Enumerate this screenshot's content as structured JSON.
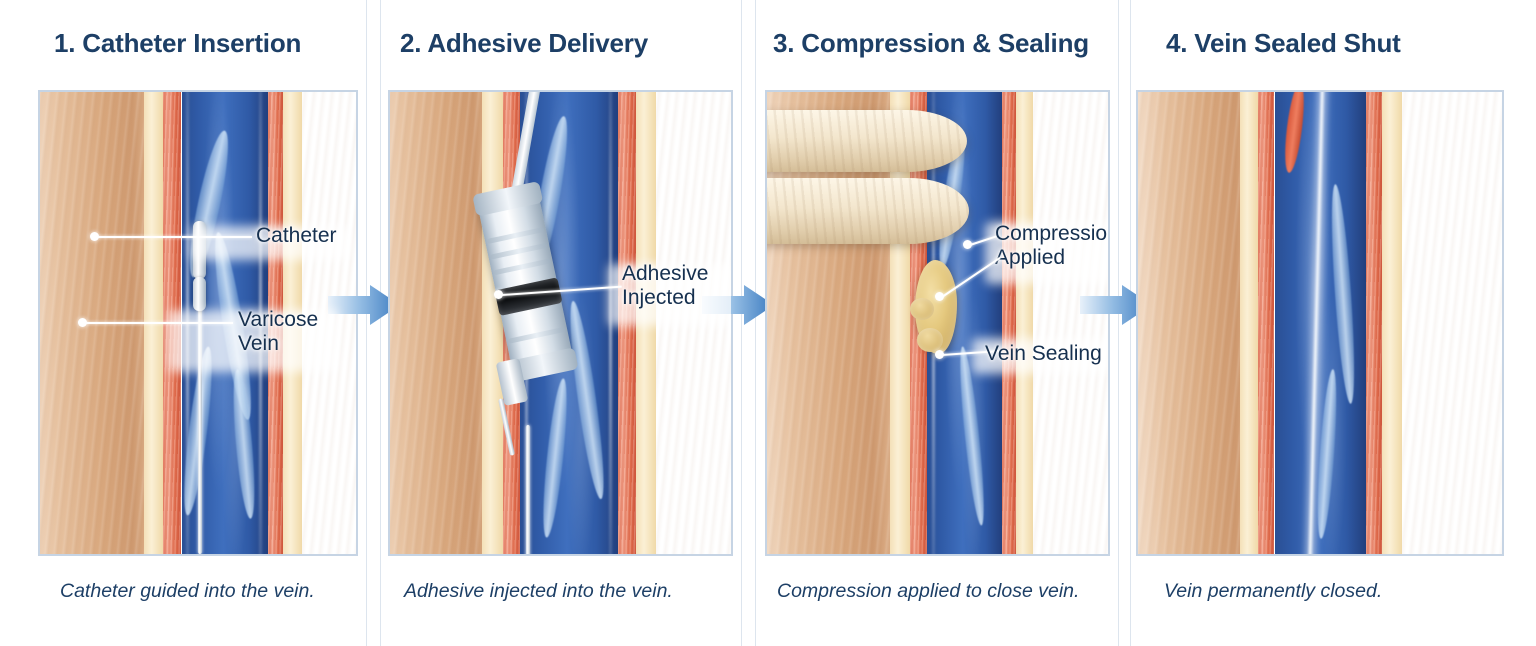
{
  "figure": {
    "kind": "medical-procedure-illustration",
    "subject": "Cyanoacrylate vein-glue (adhesive) closure of a varicose vein",
    "background_color": "#ffffff",
    "title_color": "#1d3f66",
    "caption_color": "#1d3f66",
    "frame_border_color": "#c6d4e4",
    "arrow_color_light": "#cfe0f2",
    "arrow_color_dark": "#3a7ac0"
  },
  "panels": [
    {
      "number": "1.",
      "title": "1. Catheter Insertion",
      "caption": "Catheter guided into the vein.",
      "annotations": [
        {
          "text": "Catheter",
          "id": "catheter"
        },
        {
          "text": "Varicose\nVein",
          "id": "varicose-vein"
        }
      ]
    },
    {
      "number": "2.",
      "title": "2. Adhesive Delivery",
      "caption": "Adhesive injected into the vein.",
      "annotations": [
        {
          "text": "Adhesive\nInjected",
          "id": "adhesive-injected"
        }
      ]
    },
    {
      "number": "3.",
      "title": "3. Compression & Sealing",
      "caption": "Compression applied to close vein.",
      "annotations": [
        {
          "text": "Compression\nApplied",
          "id": "compression-applied"
        },
        {
          "text": "Vein Sealing",
          "id": "vein-sealing"
        }
      ]
    },
    {
      "number": "4.",
      "title": "4. Vein Sealed Shut",
      "caption": "Vein permanently closed.",
      "annotations": []
    }
  ],
  "arrows": [
    {
      "id": "arrow-1-to-2",
      "direction": "right"
    },
    {
      "id": "arrow-2-to-3",
      "direction": "right"
    },
    {
      "id": "arrow-3-to-4",
      "direction": "right"
    }
  ],
  "anatomy_legend": {
    "skin": "#d9a87e",
    "fascia": "#f4e0b8",
    "artery": "#e4704f",
    "vein": "#2f5aa6",
    "catheter": "#ffffff",
    "adhesive": "#e5c97f",
    "glove": "#f3e6cd"
  }
}
